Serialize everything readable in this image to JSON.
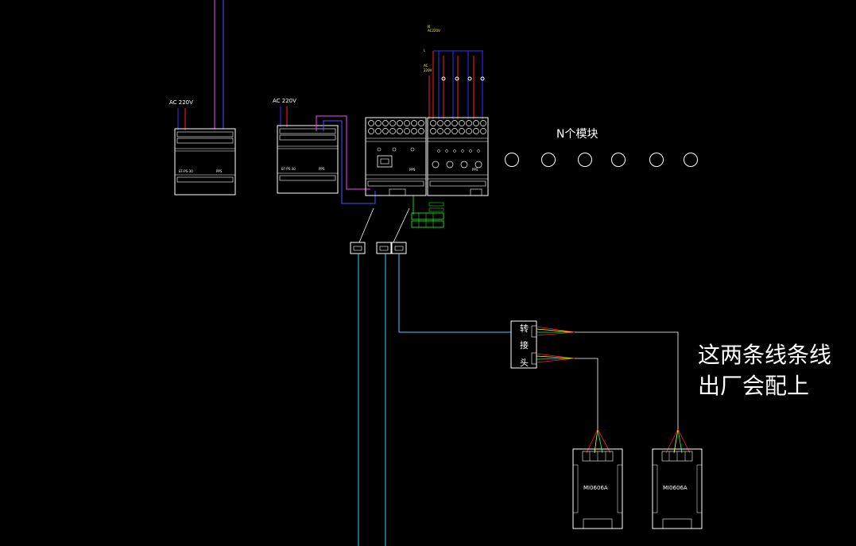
{
  "labels": {
    "psu1_voltage": "AC 220V",
    "psu2_voltage": "AC 220V",
    "n_modules": "N个模块",
    "adapter_chars": [
      "转",
      "接",
      "头"
    ],
    "io_module_1": "MI0606A",
    "io_module_2": "MI0606A",
    "supply_top_1": "AC220V",
    "supply_top_2": "AC",
    "supply_top_3": "220V",
    "phase_label": "L",
    "neutral_label": "N"
  },
  "note": {
    "line1": "这两条线条线",
    "line2": "出厂会配上"
  },
  "colors": {
    "background": "#000000",
    "wire_red": "#ff2020",
    "wire_blue": "#3030ff",
    "wire_magenta": "#ff40ff",
    "wire_cyan": "#40d0ff",
    "wire_green": "#20ff20",
    "wire_yellow": "#ffff20",
    "outline": "#ffffff"
  }
}
